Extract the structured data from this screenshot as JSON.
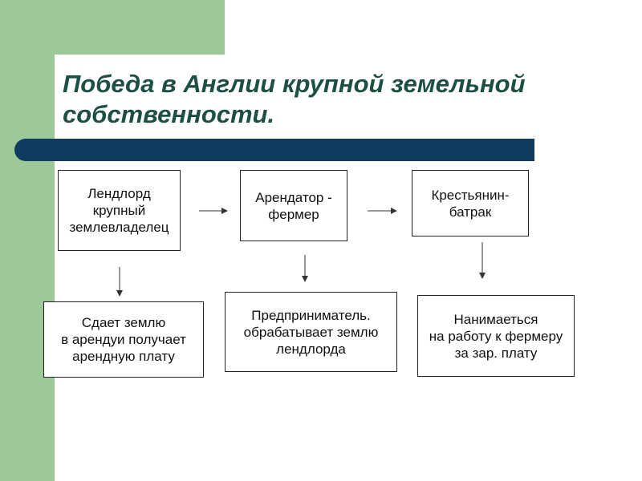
{
  "title": {
    "line1": "Победа в Англии крупной земельной",
    "line2": "собственности."
  },
  "boxes": {
    "landlord": [
      "Лендлорд",
      "крупный",
      "землевладелец"
    ],
    "tenant": [
      "Арендатор -",
      "фермер"
    ],
    "peasant": [
      "Крестьянин-",
      "батрак"
    ],
    "landlord_desc": [
      "Сдает землю",
      "в арендуи получает",
      "арендную плату"
    ],
    "tenant_desc": [
      "Предприниматель.",
      "обрабатывает землю",
      "лендлорда"
    ],
    "peasant_desc": [
      "Нанимаеться",
      "на работу к фермеру",
      "за зар. плату"
    ]
  },
  "colors": {
    "green": "#9cc89a",
    "title_text": "#1d4f45",
    "title_bar": "#0e3b5e"
  }
}
